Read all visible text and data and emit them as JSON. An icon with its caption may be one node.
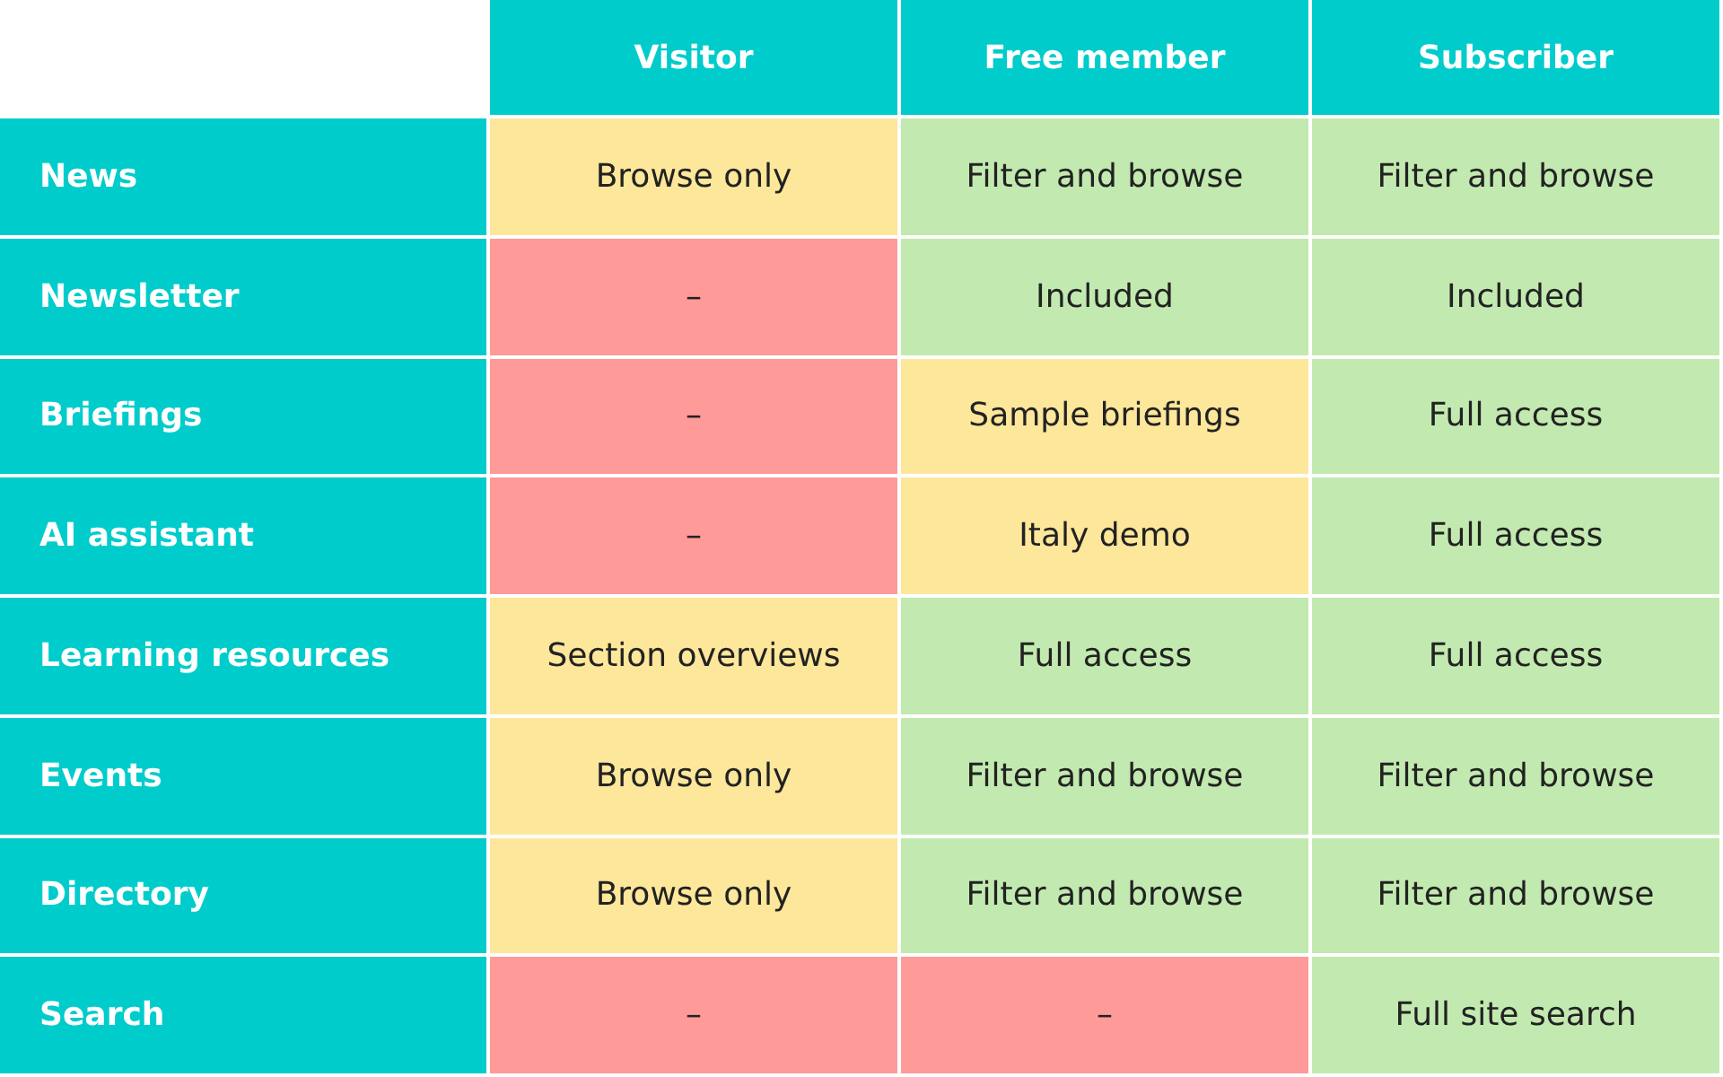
{
  "diagram": {
    "labels": [
      "Visitor",
      "Free member",
      "Subscriber",
      "News",
      "Browse only",
      "Filter and browse",
      "Filter and browse",
      "Newsletter",
      "–",
      "Included",
      "Included",
      "Briefings",
      "–",
      "Sample briefings",
      "Full access",
      "AI assistant",
      "–",
      "Italy demo",
      "Full access",
      "Learning resources",
      "Section overviews",
      "Full access",
      "Full access",
      "Events",
      "Browse only",
      "Filter and browse",
      "Filter and browse",
      "Directory",
      "Browse only",
      "Filter and browse",
      "Filter and browse",
      "Search",
      "–",
      "–",
      "Full site search"
    ]
  }
}
